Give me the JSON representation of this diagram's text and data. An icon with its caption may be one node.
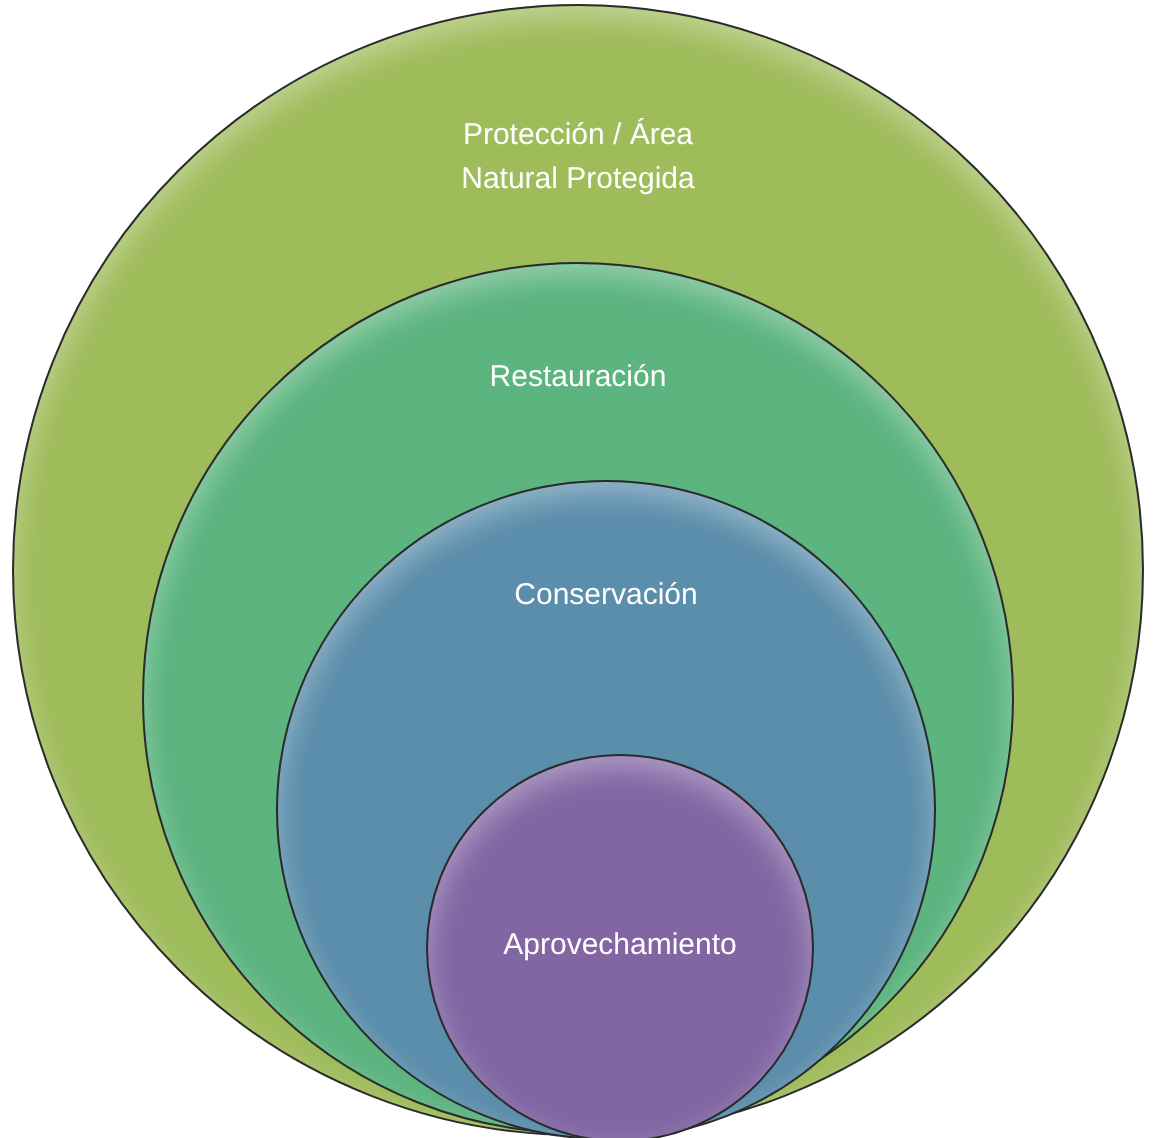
{
  "diagram": {
    "nodes": [
      {
        "text": [
          "Protección / Área Natural Protegida"
        ]
      },
      {
        "text": [
          "Restauración"
        ],
        "in": 0
      },
      {
        "text": [
          "Conservación"
        ],
        "in": 1
      },
      {
        "text": [
          "Aprovechamiento"
        ],
        "in": 2
      }
    ],
    "edges": []
  }
}
